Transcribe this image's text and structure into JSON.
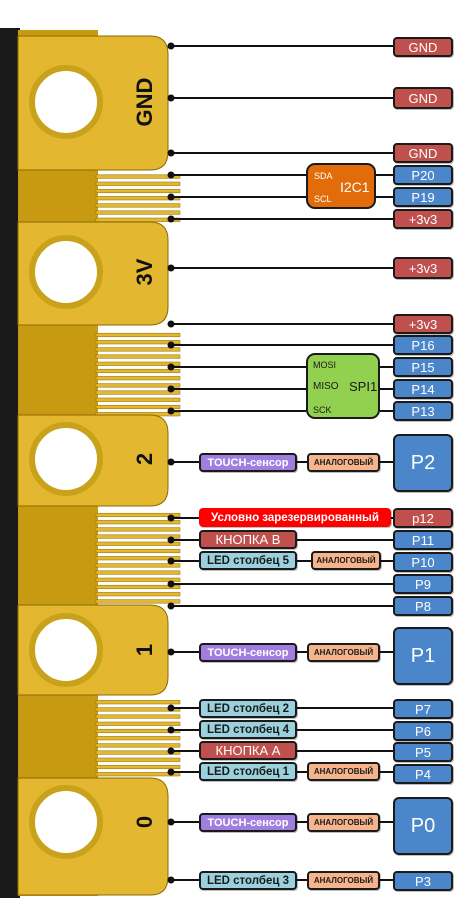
{
  "colors": {
    "edge": "#1a1a1a",
    "gold": "#e3b72f",
    "gold_dark": "#c79a12",
    "gnd": "#c0504d",
    "pin": "#4a86c9",
    "touch": "#9f7ee0",
    "analog": "#f6b48c",
    "led": "#9bd1dd",
    "i2c": "#e36c0a",
    "spi": "#92d050",
    "reserved": "#ff0000"
  },
  "board": {
    "ring_labels": [
      "GND",
      "3V",
      "2",
      "1",
      "0"
    ]
  },
  "pins": {
    "gnd": "GND",
    "p20": "P20",
    "p19": "P19",
    "v3": "+3v3",
    "p16": "P16",
    "p15": "P15",
    "p14": "P14",
    "p13": "P13",
    "p2": "P2",
    "p12": "p12",
    "p11": "P11",
    "p10": "P10",
    "p9": "P9",
    "p8": "P8",
    "p1": "P1",
    "p7": "P7",
    "p6": "P6",
    "p5": "P5",
    "p4": "P4",
    "p0": "P0",
    "p3": "P3"
  },
  "functions": {
    "touch": "TOUCH-сенсор",
    "analog": "АНАЛОГОВЫЙ",
    "reserved": "Условно зарезервированный",
    "button_b": "КНОПКА В",
    "button_a": "КНОПКА А",
    "led_col_1": "LED столбец 1",
    "led_col_2": "LED столбец 2",
    "led_col_3": "LED столбец 3",
    "led_col_4": "LED столбец 4",
    "led_col_5": "LED столбец 5"
  },
  "i2c": {
    "title": "I2C1",
    "sda": "SDA",
    "scl": "SCL"
  },
  "spi": {
    "title": "SPI1",
    "mosi": "MOSI",
    "miso": "MISO",
    "sck": "SCK"
  }
}
